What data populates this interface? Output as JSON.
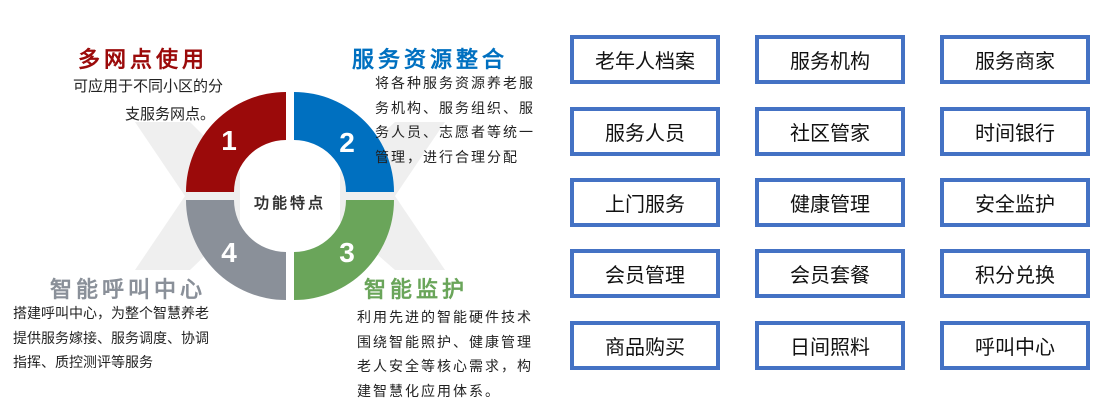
{
  "colors": {
    "red": "#9b0a0a",
    "blue": "#0070c0",
    "green": "#6aa55a",
    "gray": "#8a9099",
    "box_border": "#4472c4"
  },
  "ring": {
    "center_label": "功能特点",
    "numbers": [
      "1",
      "2",
      "3",
      "4"
    ]
  },
  "features": [
    {
      "title": "多网点使用",
      "lines": [
        "可应用于不同小区的分",
        "支服务网点。"
      ]
    },
    {
      "title": "服务资源整合",
      "lines": [
        "将各种服务资源养老服",
        "务机构、服务组织、服",
        "务人员、志愿者等统一",
        "管理，进行合理分配"
      ]
    },
    {
      "title": "智能监护",
      "lines": [
        "利用先进的智能硬件技术",
        "围绕智能照护、健康管理",
        "老人安全等核心需求，构",
        "建智慧化应用体系。"
      ]
    },
    {
      "title": "智能呼叫中心",
      "lines": [
        "搭建呼叫中心，为整个智慧养老",
        "提供服务嫁接、服务调度、协调",
        "指挥、质控测评等服务"
      ]
    }
  ],
  "modules": [
    [
      "老年人档案",
      "服务机构",
      "服务商家"
    ],
    [
      "服务人员",
      "社区管家",
      "时间银行"
    ],
    [
      "上门服务",
      "健康管理",
      "安全监护"
    ],
    [
      "会员管理",
      "会员套餐",
      "积分兑换"
    ],
    [
      "商品购买",
      "日间照料",
      "呼叫中心"
    ]
  ]
}
